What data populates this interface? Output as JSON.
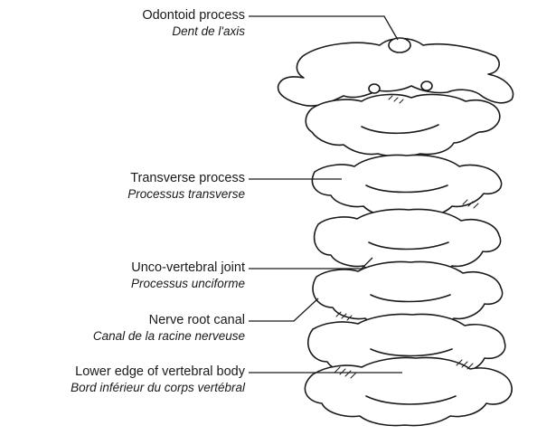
{
  "figure": {
    "subject": "cervical-spine-anterior-view"
  },
  "labels": [
    {
      "key": "odontoid",
      "en": "Odontoid process",
      "fr": "Dent de l'axis"
    },
    {
      "key": "transverse",
      "en": "Transverse process",
      "fr": "Processus transverse"
    },
    {
      "key": "unco",
      "en": "Unco-vertebral joint",
      "fr": "Processus unciforme"
    },
    {
      "key": "nerve",
      "en": "Nerve root canal",
      "fr": "Canal de la racine nerveuse"
    },
    {
      "key": "lower",
      "en": "Lower edge of vertebral body",
      "fr": "Bord inférieur du corps vertébral"
    }
  ],
  "colors": {
    "ink": "#1a1a1a",
    "paper": "#ffffff"
  }
}
